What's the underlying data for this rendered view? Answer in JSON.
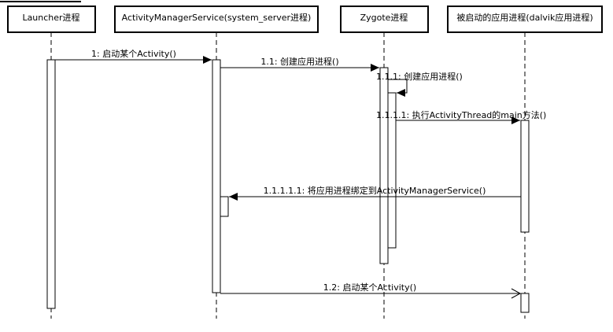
{
  "participants": [
    {
      "id": "launcher",
      "label": "Launcher进程"
    },
    {
      "id": "ams",
      "label": "ActivityManagerService(system_server进程)"
    },
    {
      "id": "zygote",
      "label": "Zygote进程"
    },
    {
      "id": "app",
      "label": "被启动的应用进程(dalvik应用进程)"
    }
  ],
  "messages": [
    {
      "id": "m1",
      "label": "1: 启动某个Activity()"
    },
    {
      "id": "m2",
      "label": "1.1: 创建应用进程()"
    },
    {
      "id": "m3",
      "label": "1.1.1: 创建应用进程()"
    },
    {
      "id": "m4",
      "label": "1.1.1.1: 执行ActivityThread的main方法()"
    },
    {
      "id": "m5",
      "label": "1.1.1.1.1: 将应用进程绑定到ActivityManagerService()"
    },
    {
      "id": "m6",
      "label": "1.2: 启动某个Activity()"
    }
  ]
}
